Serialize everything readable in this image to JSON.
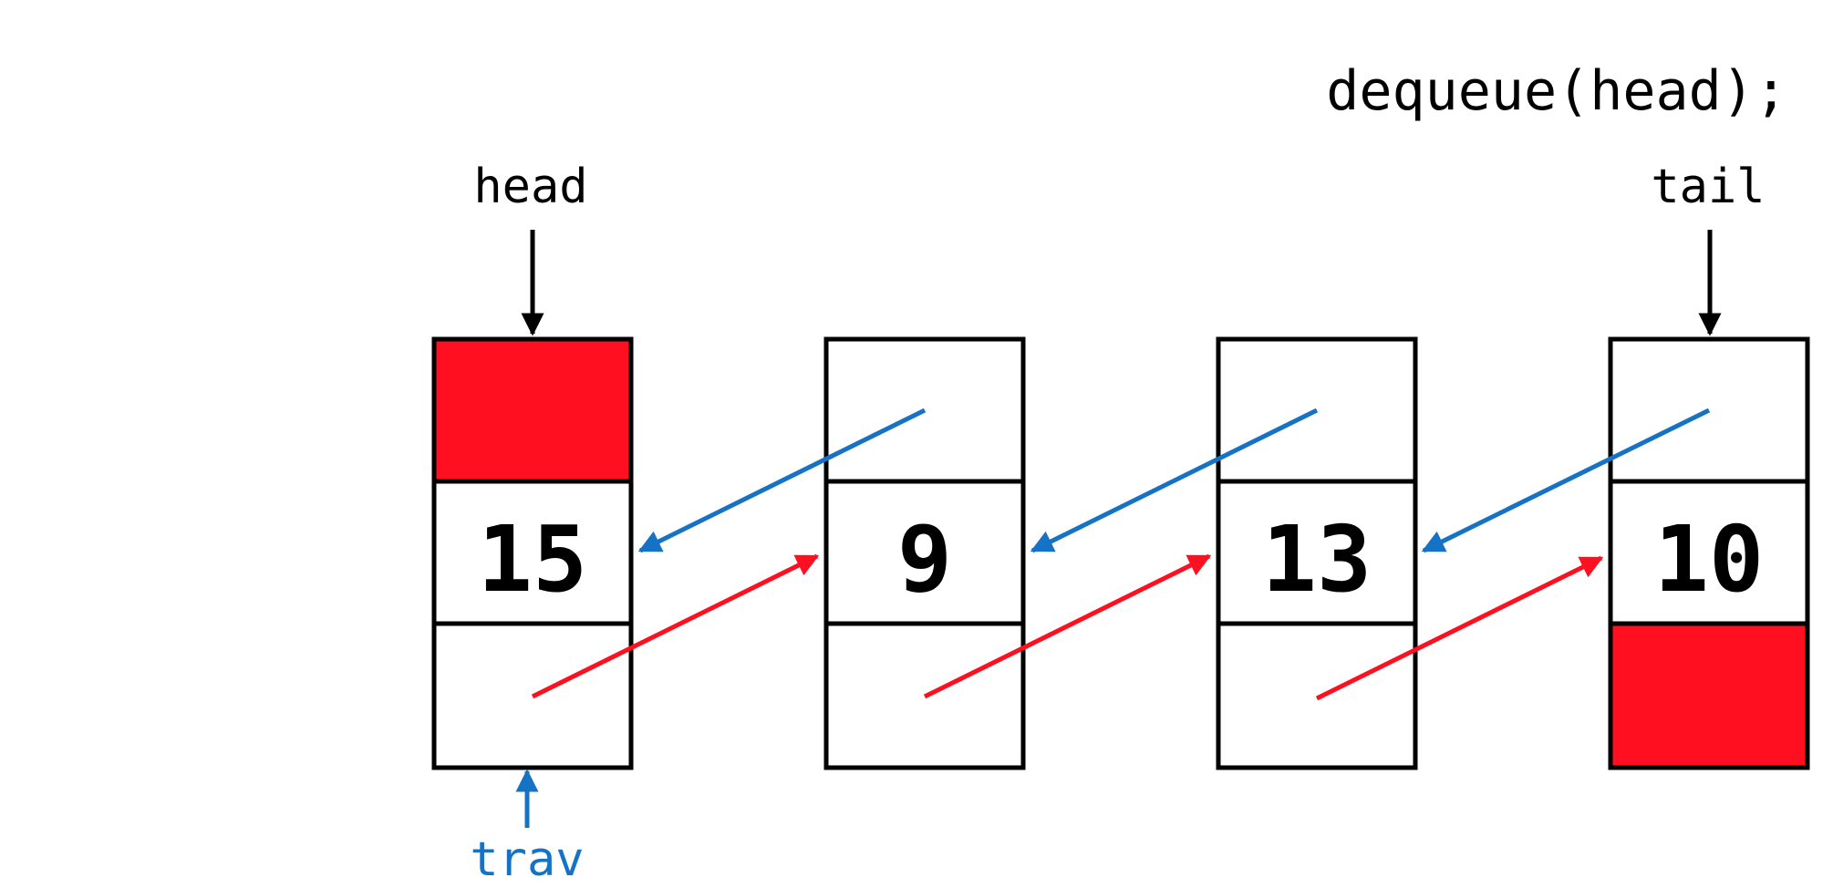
{
  "code_line": "dequeue(head);",
  "pointers": {
    "head": "head",
    "tail": "tail",
    "trav": "trav"
  },
  "nodes": [
    {
      "value": "15",
      "prev": "NULL",
      "next": "node-1"
    },
    {
      "value": "9",
      "prev": "node-0",
      "next": "node-2"
    },
    {
      "value": "13",
      "prev": "node-1",
      "next": "node-3"
    },
    {
      "value": "10",
      "prev": "node-2",
      "next": "NULL"
    }
  ],
  "colors": {
    "null_fill": "#ff0f1f",
    "next_arrow": "#ff1020",
    "prev_arrow": "#1572c4",
    "trav_label": "#1572c4",
    "outline": "#000000"
  }
}
